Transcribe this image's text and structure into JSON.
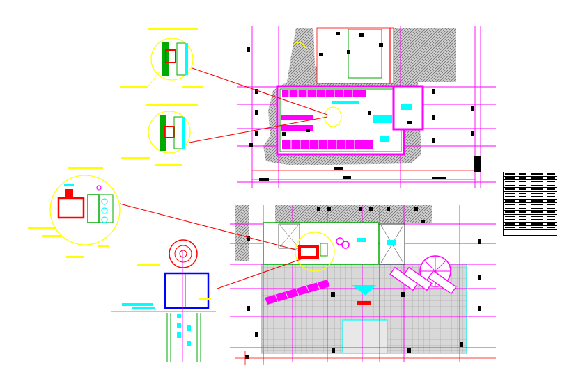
{
  "drawing": {
    "views": [
      "detail-callout-top",
      "detail-callout-middle",
      "detail-callout-lower",
      "elevation-detail",
      "floor-plan-upper",
      "floor-plan-lower",
      "schedule-table"
    ]
  },
  "colors": {
    "wall": "#ff00ff",
    "dimension": "#ff0000",
    "callout": "#ffff00",
    "fixture": "#00ffff",
    "grid": "#00aa00",
    "hatch": "#808080",
    "pavement": "#cccccc",
    "outline": "#0000ff",
    "text": "#000000"
  },
  "schedule": {
    "rows": 15,
    "columns": 4
  }
}
